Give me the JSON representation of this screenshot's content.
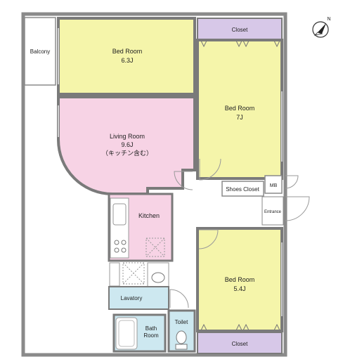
{
  "rooms": {
    "balcony": "Balcony",
    "bedroom_a": {
      "name": "Bed Room",
      "size": "6.3J"
    },
    "bedroom_b": {
      "name": "Bed Room",
      "size": "7J"
    },
    "bedroom_c": {
      "name": "Bed Room",
      "size": "5.4J"
    },
    "living": {
      "name": "Living Room",
      "size": "9.6J",
      "note": "（キッチン含む）"
    },
    "kitchen": "Kitchen",
    "closet_top": "Closet",
    "closet_bottom": "Closet",
    "shoes_closet": "Shoes Closet",
    "mb": "MB",
    "entrance": "Entrance",
    "lavatory": "Lavatory",
    "bath": {
      "line1": "Bath",
      "line2": "Room"
    },
    "toilet": "Toilet"
  },
  "compass": {
    "label": "N"
  },
  "colors": {
    "bedroom": "#f5f5aa",
    "living": "#f7d3e5",
    "closet": "#d7c8e8",
    "wet": "#cde8f0",
    "wall": "#8a8a8a",
    "floor": "#ffffff"
  }
}
